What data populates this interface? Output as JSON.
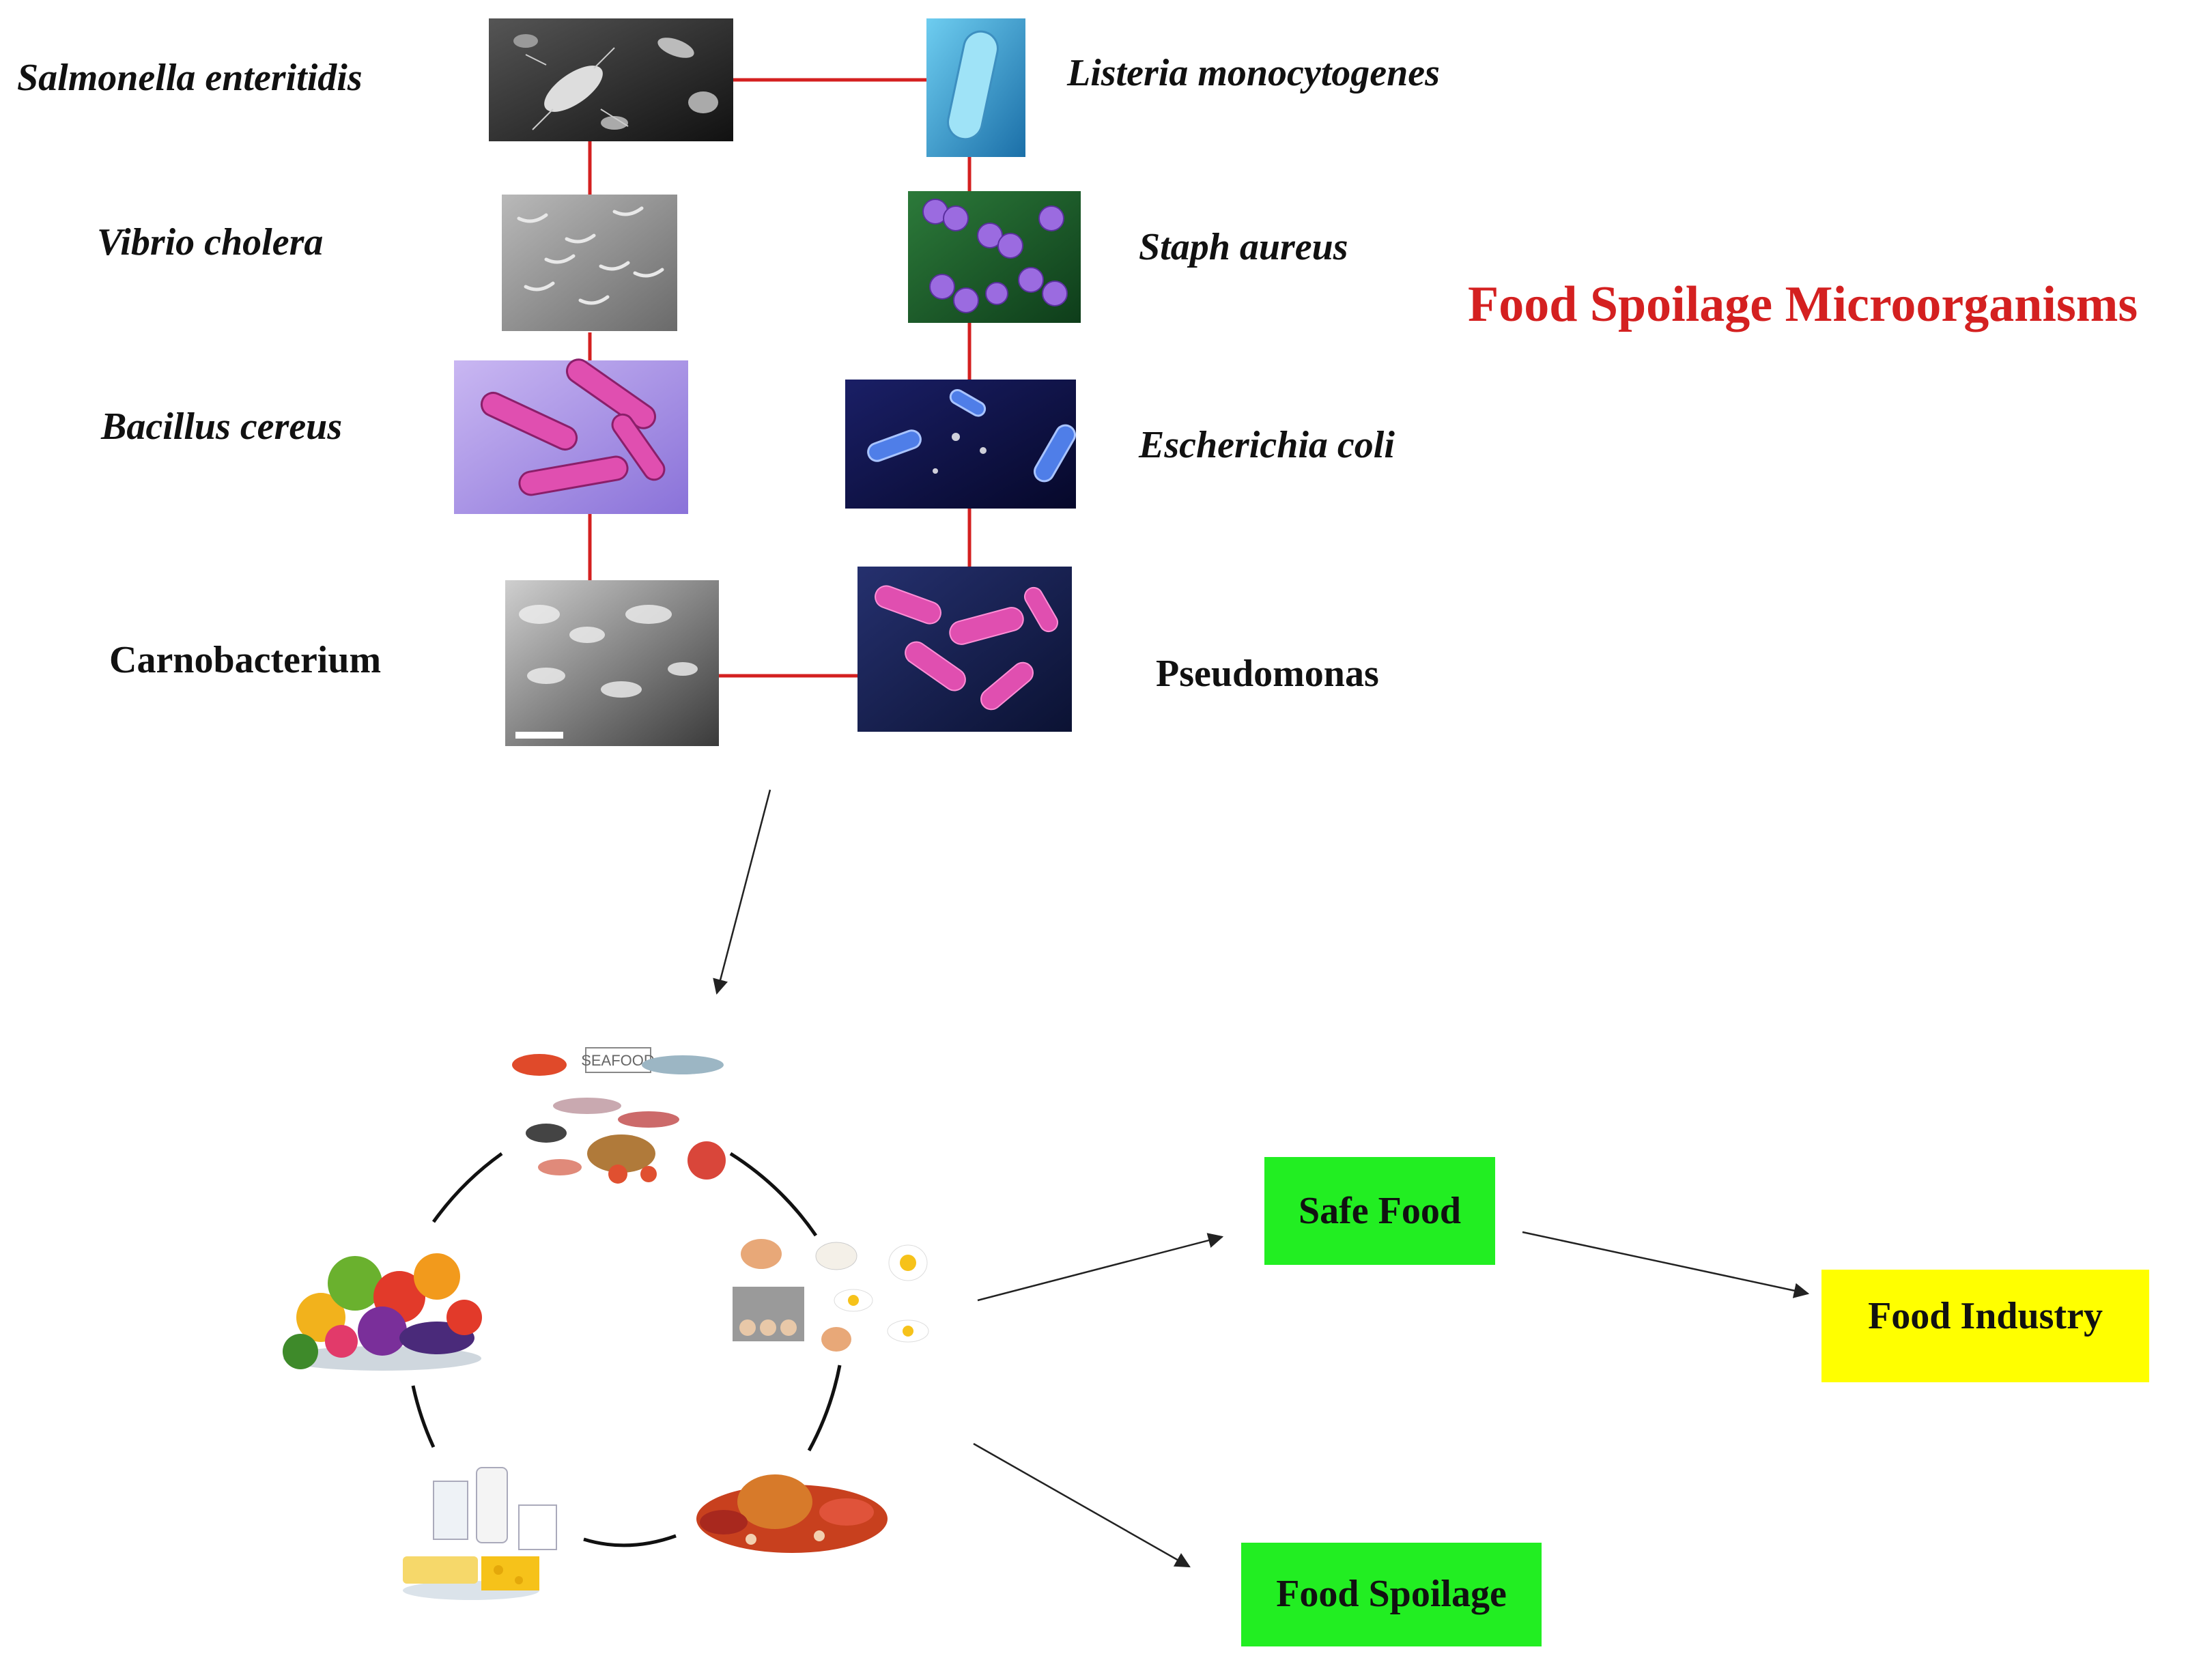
{
  "title": "Food Spoilage Microorganisms",
  "colors": {
    "connector": "#d42020",
    "title": "#d42020",
    "safe_box": "#22ee22",
    "spoilage_box": "#22ee22",
    "industry_box": "#ffff00",
    "arrow": "#222222"
  },
  "organisms": [
    {
      "name": "Salmonella enteritidis",
      "style": "italic"
    },
    {
      "name": "Listeria monocytogenes",
      "style": "italic"
    },
    {
      "name": "Vibrio cholera",
      "style": "italic"
    },
    {
      "name": "Staph aureus",
      "style": "italic"
    },
    {
      "name": "Bacillus cereus",
      "style": "italic"
    },
    {
      "name": "Escherichia coli",
      "style": "italic"
    },
    {
      "name": "Carnobacterium",
      "style": "normal"
    },
    {
      "name": "Pseudomonas",
      "style": "normal"
    }
  ],
  "food_cycle": {
    "items": [
      "seafood",
      "eggs",
      "meat",
      "dairy",
      "fruits-and-vegetables"
    ],
    "seafood_sign": "SEAFOOD"
  },
  "outcomes": {
    "safe_food": "Safe Food",
    "food_spoilage": "Food Spoilage",
    "food_industry": "Food Industry"
  }
}
